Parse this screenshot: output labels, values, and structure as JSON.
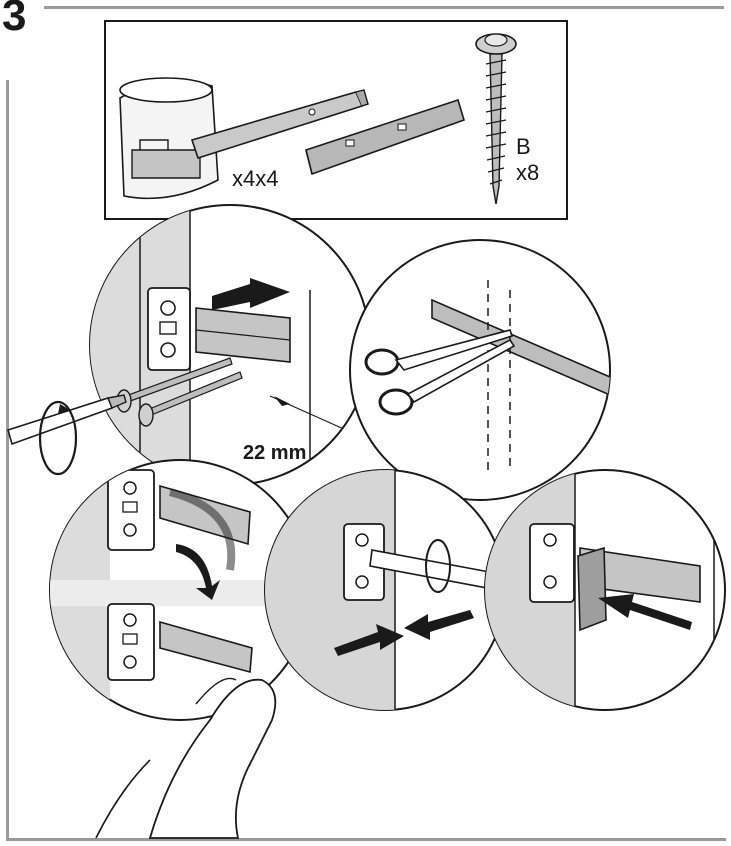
{
  "step": {
    "number": "3"
  },
  "parts": {
    "rail_pair_qty": "x4x4",
    "screw_letter": "B",
    "screw_qty": "x8"
  },
  "dimensions": {
    "gap": "22 mm"
  },
  "colors": {
    "line": "#1a1a1a",
    "shade": "#d8d8d8",
    "rail": "#b9b9b9",
    "frame": "#9a9a9a"
  }
}
